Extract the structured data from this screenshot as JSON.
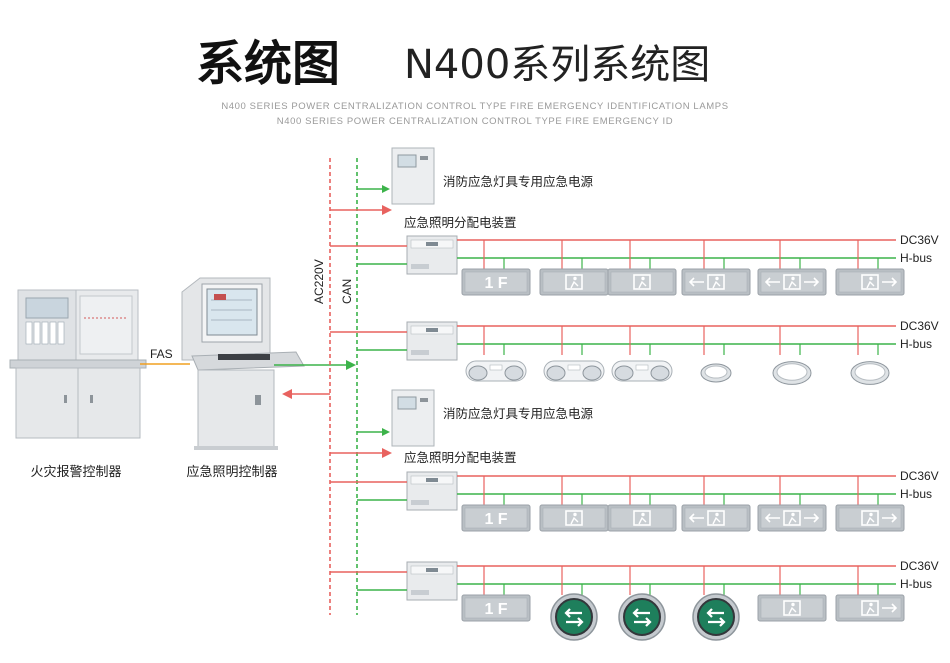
{
  "header": {
    "title_bold": "系统图",
    "title_light": "N400系列系统图",
    "subtitle_line1": "N400 SERIES POWER CENTRALIZATION CONTROL TYPE FIRE EMERGENCY IDENTIFICATION LAMPS",
    "subtitle_line2": "N400 SERIES POWER CENTRALIZATION CONTROL TYPE FIRE EMERGENCY ID"
  },
  "left": {
    "fire_alarm_label": "火灾报警控制器",
    "lighting_controller_label": "应急照明控制器",
    "fas_label": "FAS"
  },
  "trunks": {
    "ac_label": "AC220V",
    "can_label": "CAN"
  },
  "devices": {
    "power_supply_label_1": "消防应急灯具专用应急电源",
    "power_supply_label_2": "消防应急灯具专用应急电源",
    "distribution_label_1": "应急照明分配电装置",
    "distribution_label_2": "应急照明分配电装置"
  },
  "bus_labels": [
    {
      "dc": "DC36V",
      "hbus": "H-bus"
    },
    {
      "dc": "DC36V",
      "hbus": "H-bus"
    },
    {
      "dc": "DC36V",
      "hbus": "H-bus"
    },
    {
      "dc": "DC36V",
      "hbus": "H-bus"
    }
  ],
  "fixture_rows": [
    [
      "sign-1f",
      "sign-exit-door",
      "sign-exit-door",
      "sign-exit-left",
      "sign-exit-both",
      "sign-exit-right"
    ],
    [
      "ceiling-double-lamp",
      "ceiling-double-lamp",
      "ceiling-double-lamp",
      "downlight-small",
      "downlight",
      "downlight"
    ],
    [
      "sign-1f",
      "sign-exit-door",
      "sign-exit-door",
      "sign-exit-left",
      "sign-exit-both",
      "sign-exit-right"
    ],
    [
      "sign-1f",
      "floor-sign-round",
      "floor-sign-round",
      "floor-sign-round",
      "sign-exit-door",
      "sign-exit-right"
    ]
  ],
  "sign_text": {
    "floor_1f": "1 F"
  },
  "colors": {
    "ac_line": "#e8625f",
    "can_line": "#3cb34a",
    "fas_line": "#f0a020",
    "panel": "#e9ebed",
    "sign_plate": "#b9bfc4"
  }
}
